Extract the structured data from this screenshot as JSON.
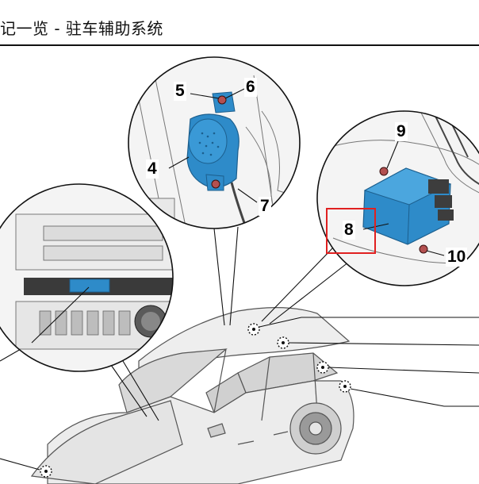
{
  "header": {
    "title": "记一览 - 驻车辅助系统"
  },
  "callouts": {
    "c4": "4",
    "c5": "5",
    "c6": "6",
    "c7": "7",
    "c8": "8",
    "c9": "9",
    "c10": "10"
  },
  "colors": {
    "component_blue": "#2e8bc9",
    "highlight_red": "#e02020",
    "line_gray": "#555555"
  }
}
